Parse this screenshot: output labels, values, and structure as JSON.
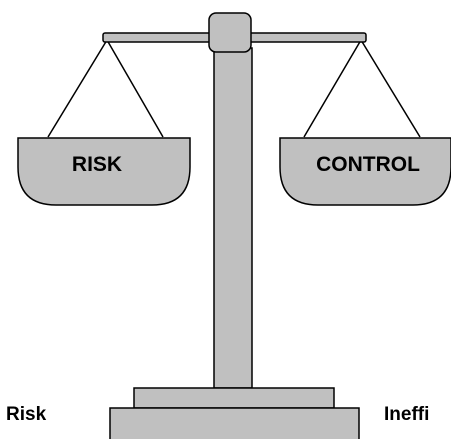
{
  "labels": {
    "left_pan": "RISK",
    "right_pan": "CONTROL",
    "bottom_left": "Risk",
    "bottom_right": "Ineffi"
  },
  "colors": {
    "fill": "#c0c0c0",
    "stroke": "#000000",
    "background": "#ffffff"
  }
}
